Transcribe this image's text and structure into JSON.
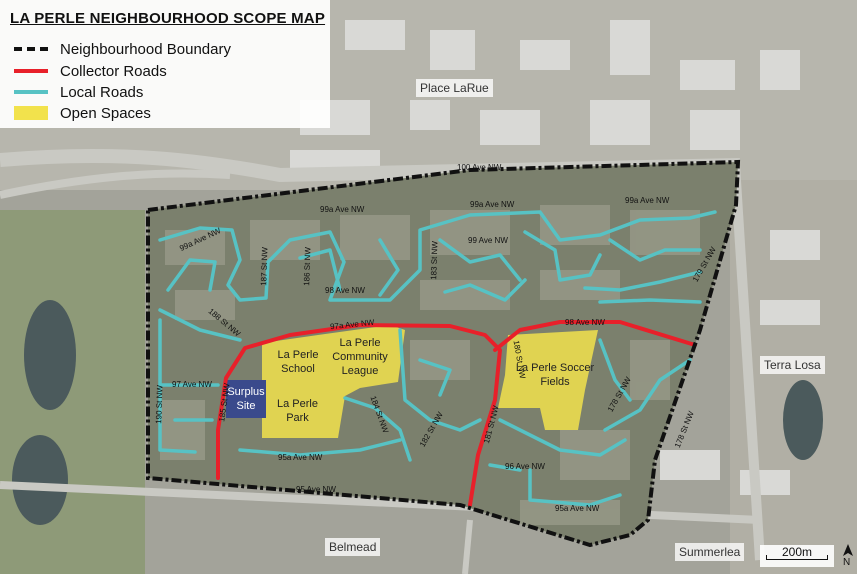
{
  "title": "LA PERLE NEIGHBOURHOOD SCOPE MAP",
  "legend": {
    "boundary": "Neighbourhood Boundary",
    "collector": "Collector Roads",
    "local": "Local Roads",
    "open": "Open Spaces"
  },
  "places": {
    "place_larue": "Place LaRue",
    "terra_losa": "Terra Losa",
    "belmead": "Belmead",
    "summerlea": "Summerlea"
  },
  "roads": {
    "r100ave": "100 Ave NW",
    "r99a_w": "99a Ave NW",
    "r99a_c": "99a Ave NW",
    "r99a_e": "99a Ave NW",
    "r99ave": "99 Ave NW",
    "r98ave_w": "98 Ave NW",
    "r98ave_e": "98 Ave NW",
    "r97a": "97a Ave NW",
    "r97ave": "97 Ave NW",
    "r96ave": "96 Ave NW",
    "r95a_w": "95a Ave NW",
    "r95a_e": "95a Ave NW",
    "r95ave": "95 Ave NW",
    "st190": "190 St NW",
    "st188": "188 St NW",
    "st187": "187 St NW",
    "st186": "186 St NW",
    "st185": "185 St NW",
    "st184": "184 St NW",
    "st183": "183 St NW",
    "st182": "182 St NW",
    "st181": "181 St NW",
    "st180": "180 St NW",
    "st179": "179 St NW",
    "st178": "178 St NW"
  },
  "parks": {
    "school": "La Perle\nSchool",
    "league": "La Perle\nCommunity\nLeague",
    "park": "La Perle\nPark",
    "soccer": "La Perle Soccer\nFields",
    "surplus": "Surplus\nSite"
  },
  "scale": {
    "label": "200m"
  },
  "north": {
    "label": "N"
  },
  "colors": {
    "boundary": "#111111",
    "collector": "#e8202a",
    "local": "#57c2c4",
    "open_space": "#f2e24c",
    "surplus": "#3a4a8c"
  }
}
